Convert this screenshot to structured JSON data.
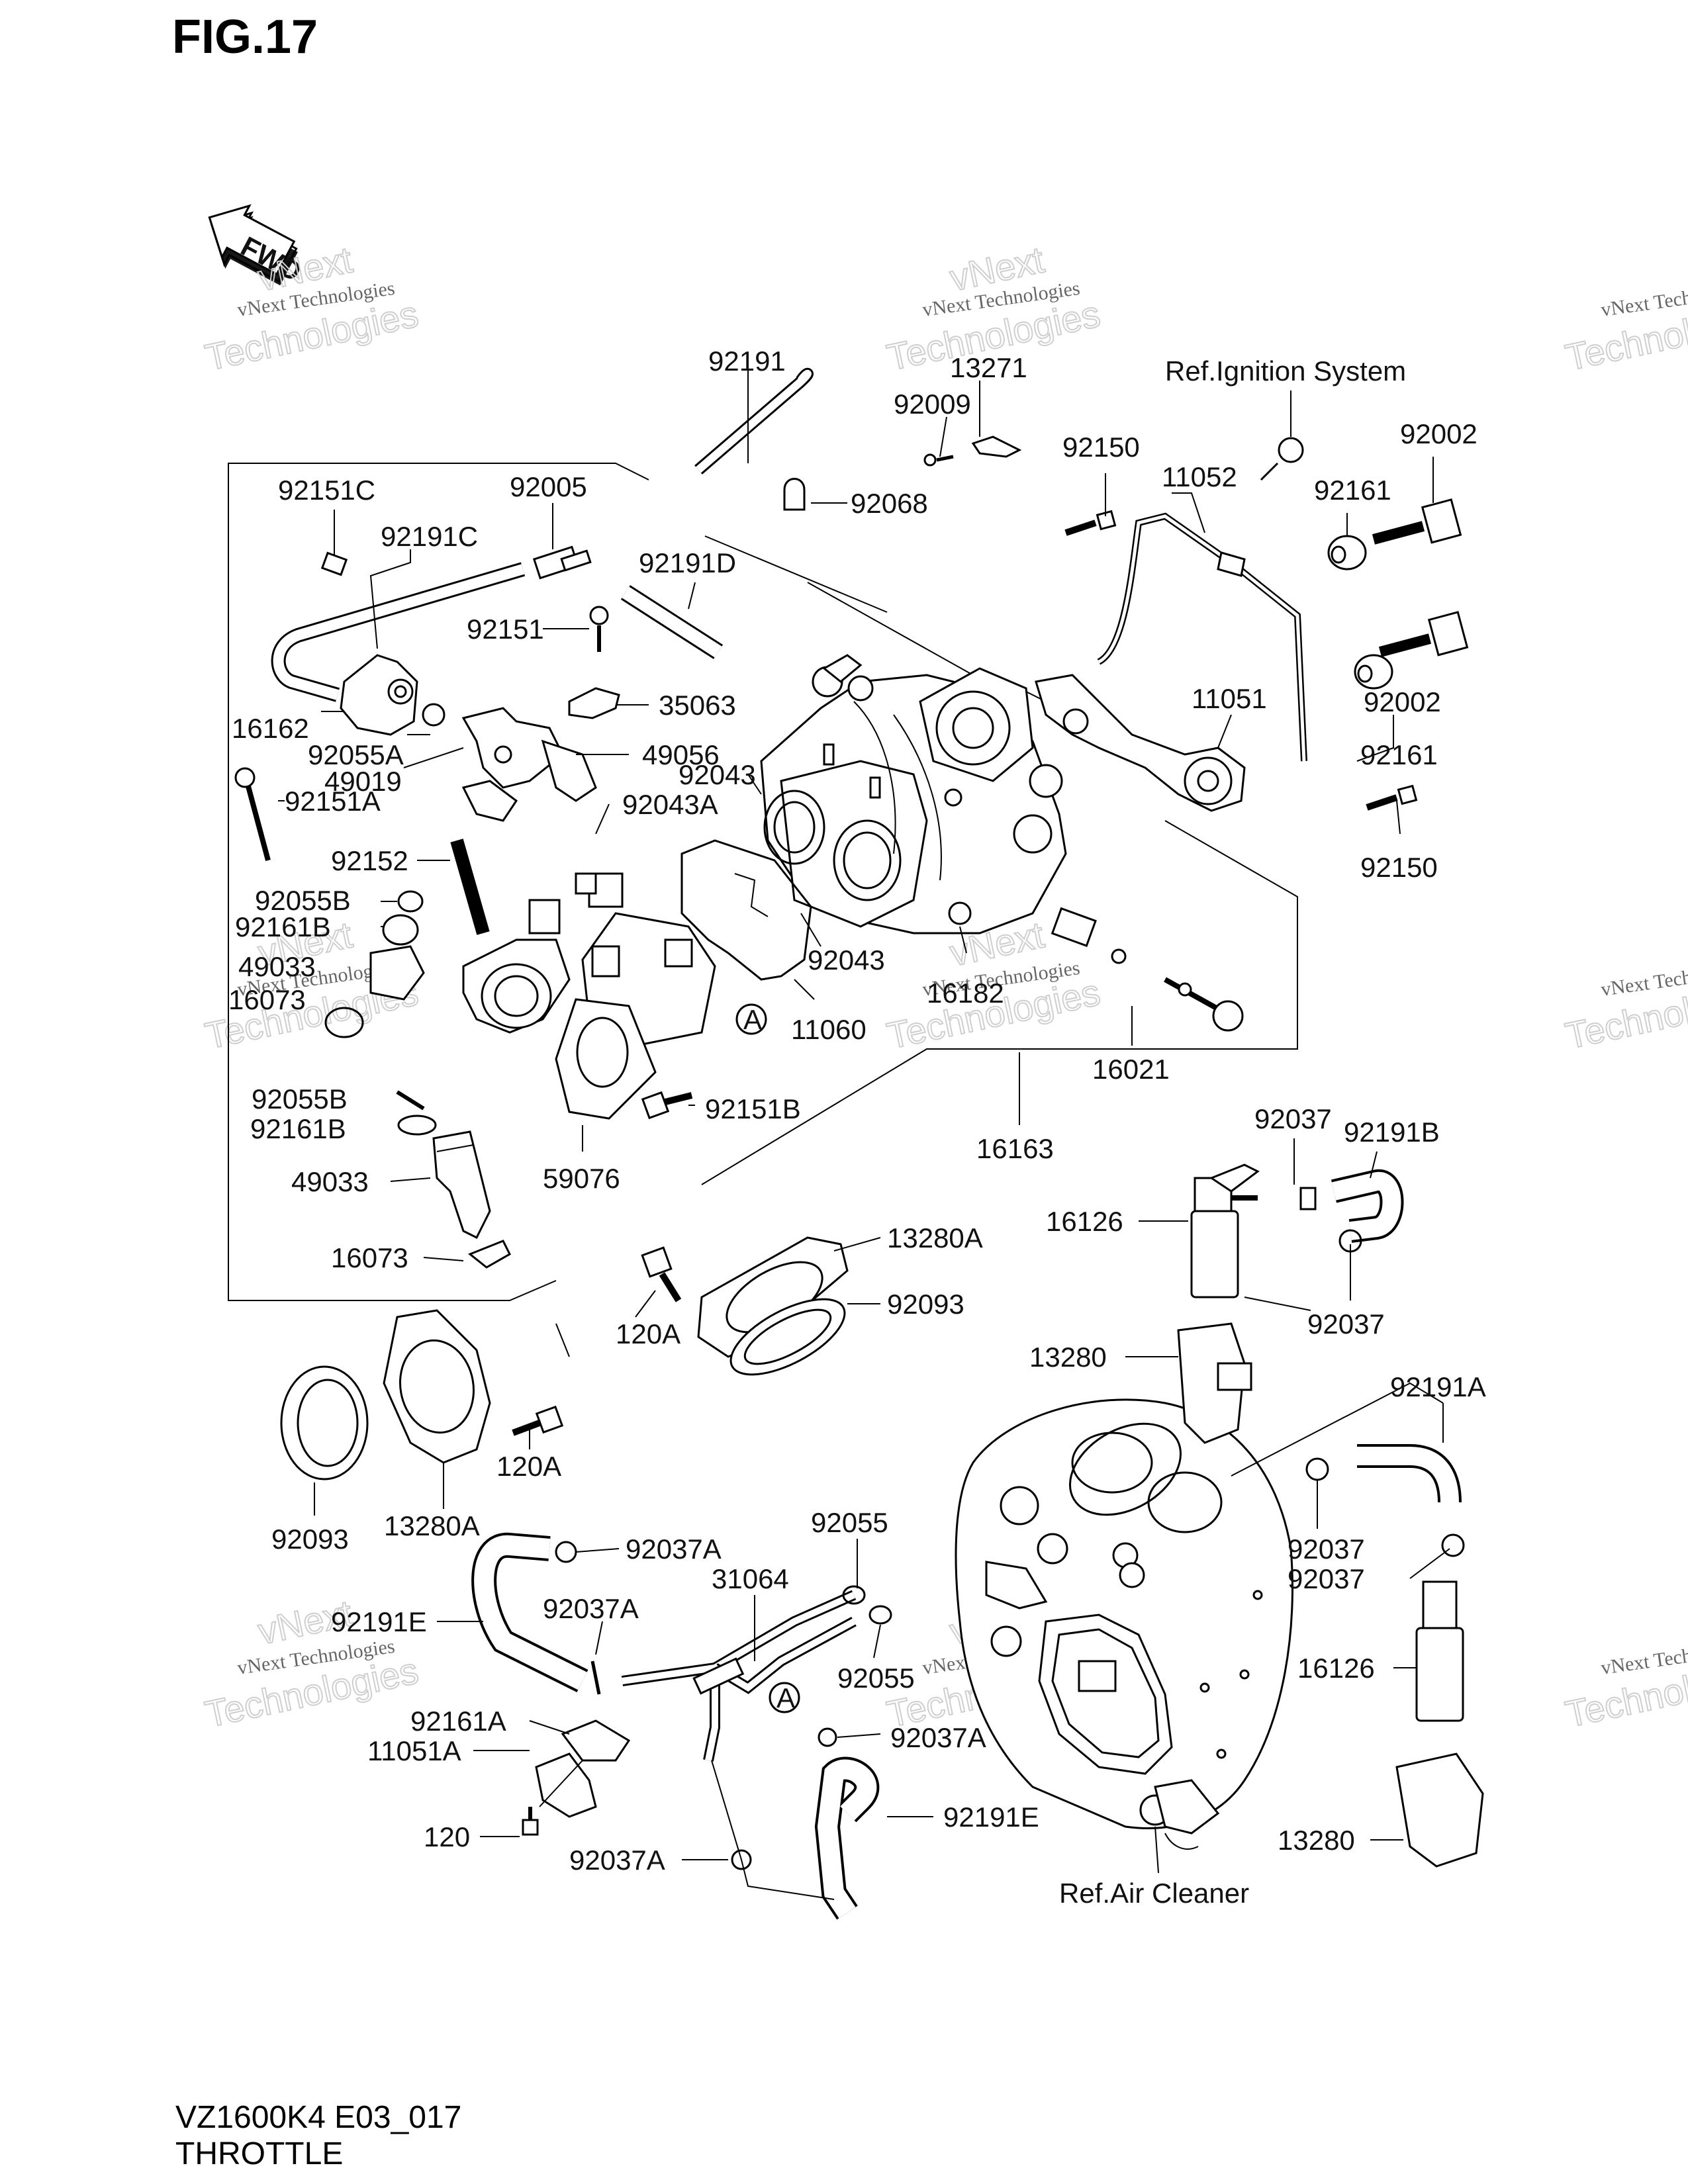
{
  "figure_title": "FIG.17",
  "fwd_label": "FWD",
  "footer": {
    "model_code": "VZ1600K4 E03_017",
    "section_name": "THROTTLE"
  },
  "watermark": {
    "line1": "vNext Technologies",
    "line2": "Technologies",
    "line3": "vNext"
  },
  "refs": {
    "ignition": "Ref.Ignition System",
    "air_cleaner": "Ref.Air Cleaner"
  },
  "callout_letter": "A",
  "labels": {
    "l92191": "92191",
    "l13271": "13271",
    "l92009": "92009",
    "l92068": "92068",
    "l92150a": "92150",
    "l11052": "11052",
    "l92002a": "92002",
    "l92161a": "92161",
    "l92151C": "92151C",
    "l92005": "92005",
    "l92191C": "92191C",
    "l92191D": "92191D",
    "l92151": "92151",
    "l35063": "35063",
    "l16162": "16162",
    "l92055A": "92055A",
    "l49056": "49056",
    "l49019": "49019",
    "l92043a": "92043",
    "l92043A": "92043A",
    "l92151A": "92151A",
    "l11051": "11051",
    "l92002b": "92002",
    "l92161b": "92161",
    "l92150b": "92150",
    "l92152": "92152",
    "l92055Ba": "92055B",
    "l92161Ba": "92161B",
    "l49033a": "49033",
    "l16073a": "16073",
    "l92043b": "92043",
    "l11060": "11060",
    "l16182": "16182",
    "l16021": "16021",
    "l92055Bb": "92055B",
    "l92161Bb": "92161B",
    "l92151B": "92151B",
    "l16163": "16163",
    "l49033b": "49033",
    "l59076": "59076",
    "l16073b": "16073",
    "l92037a": "92037",
    "l92191B": "92191B",
    "l16126a": "16126",
    "l13280A_a": "13280A",
    "l92093a": "92093",
    "l120Aa": "120A",
    "l92037b": "92037",
    "l13280a": "13280",
    "l92191A": "92191A",
    "l120Ab": "120A",
    "l92093b": "92093",
    "l13280A_b": "13280A",
    "l92055a": "92055",
    "l92037Aa": "92037A",
    "l31064": "31064",
    "l92037c": "92037",
    "l92037d": "92037",
    "l92191Ea": "92191E",
    "l92037Ab": "92037A",
    "l16126b": "16126",
    "l92055b": "92055",
    "l92161A": "92161A",
    "l92037Ac": "92037A",
    "l11051A": "11051A",
    "l92191Eb": "92191E",
    "l120": "120",
    "l92037Ad": "92037A",
    "l13280b": "13280"
  }
}
